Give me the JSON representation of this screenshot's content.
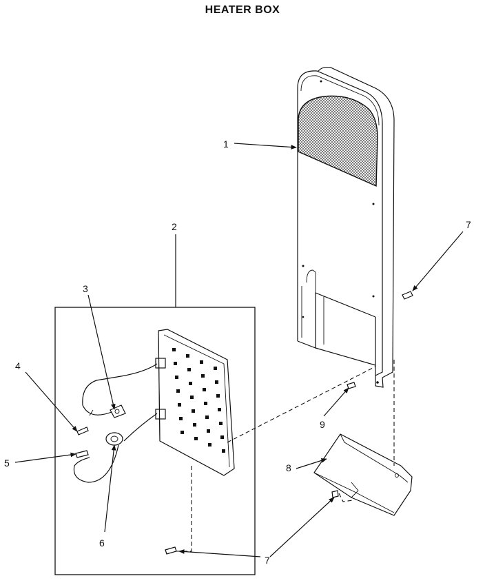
{
  "title": "HEATER BOX",
  "callouts": {
    "c1": "1",
    "c2": "2",
    "c3": "3",
    "c4": "4",
    "c5": "5",
    "c6": "6",
    "c7a": "7",
    "c7b": "7",
    "c8": "8",
    "c9": "9"
  }
}
